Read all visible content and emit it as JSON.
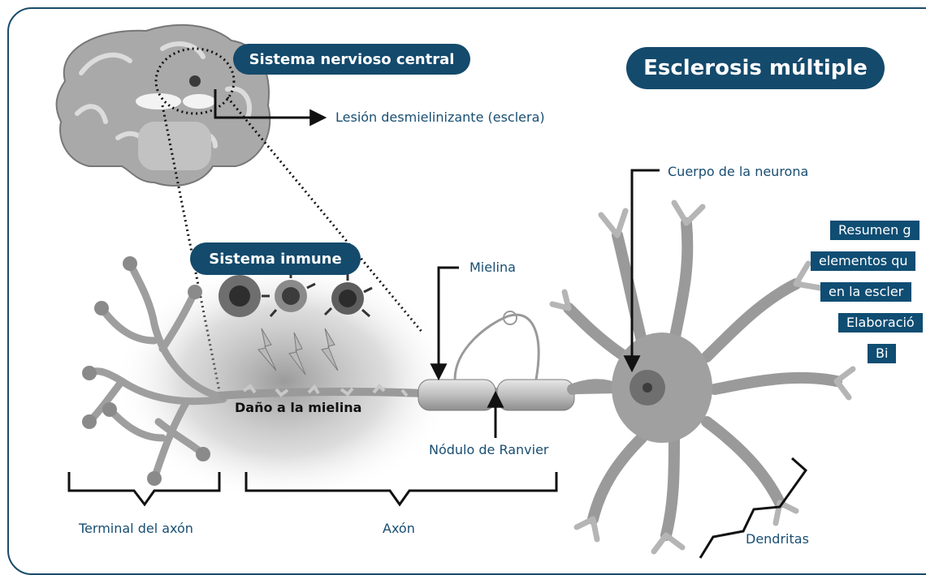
{
  "colors": {
    "accent": "#144a6c",
    "label": "#184e72"
  },
  "title": "Esclerosis múltiple",
  "badges": {
    "central": "Sistema nervioso central",
    "immune": "Sistema inmune"
  },
  "labels": {
    "lesion": "Lesión desmielinizante (esclera)",
    "cell_body": "Cuerpo de la neurona",
    "myelin": "Mielina",
    "myelin_damage": "Daño a la mielina",
    "node": "Nódulo de Ranvier",
    "axon_terminal": "Terminal del axón",
    "axon": "Axón",
    "dendrites": "Dendritas"
  },
  "caption_lines": [
    "Resumen g",
    "elementos qu",
    "en la escler",
    "Elaboració",
    "Bi"
  ]
}
